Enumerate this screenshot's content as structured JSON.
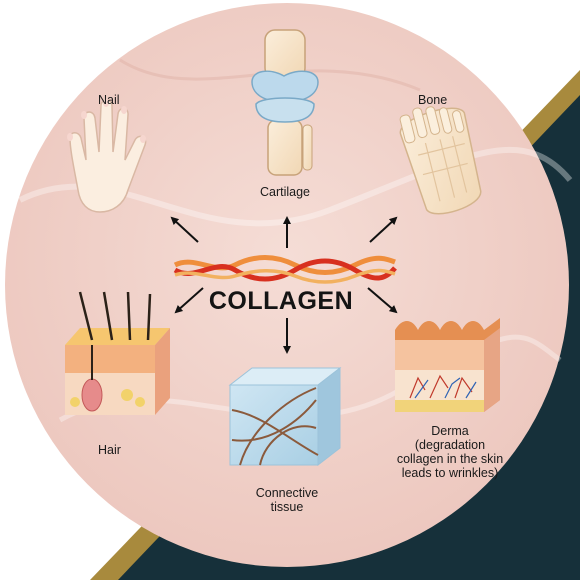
{
  "title": "COLLAGEN",
  "labels": {
    "nail": "Nail",
    "cartilage": "Cartilage",
    "bone": "Bone",
    "hair": "Hair",
    "connective_1": "Connective",
    "connective_2": "tissue",
    "derma_1": "Derma",
    "derma_2": "(degradation",
    "derma_3": "collagen in the skin",
    "derma_4": "leads to wrinkles)"
  },
  "icons": [
    "hand-icon",
    "knee-joint-icon",
    "foot-bone-icon",
    "collagen-fiber-icon",
    "hair-follicle-icon",
    "connective-tissue-cube-icon",
    "skin-layers-icon"
  ],
  "colors": {
    "circle": "#f1d2cb",
    "dark_panel": "#16303a",
    "gold_stripe": "#a88a3d",
    "arrow": "#111111",
    "fiber_red": "#d8301f",
    "fiber_orange": "#ef8e3c"
  }
}
